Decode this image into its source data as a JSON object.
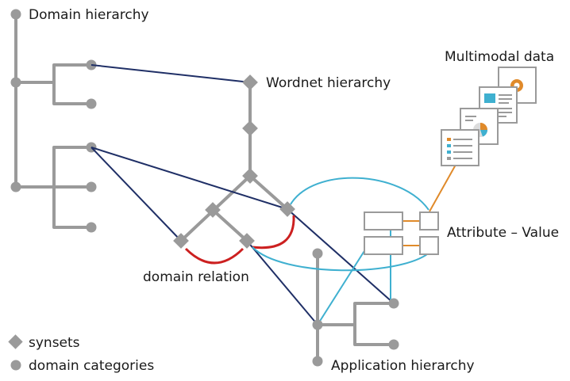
{
  "labels": {
    "domain_hierarchy": "Domain hierarchy",
    "wordnet_hierarchy": "Wordnet hierarchy",
    "multimodal_data": "Multimodal data",
    "attribute_value": "Attribute – Value",
    "domain_relation": "domain relation",
    "application_hierarchy": "Application hierarchy"
  },
  "legend": {
    "synsets": "synsets",
    "domain_categories": "domain categories"
  },
  "colors": {
    "tree": "#9a9a9a",
    "mapping": "#1f2f66",
    "attribute_link": "#3fb0d0",
    "domain_relation": "#cc2020",
    "multimodal_link": "#e08a2a"
  }
}
